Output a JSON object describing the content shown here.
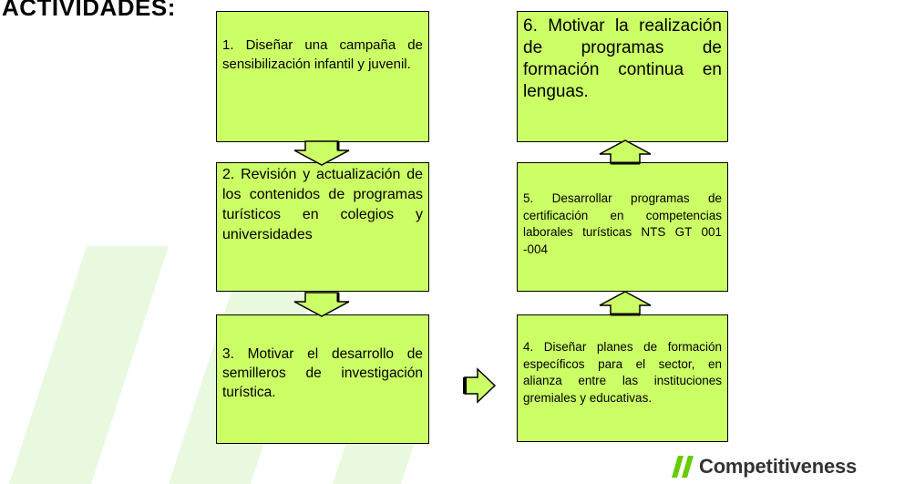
{
  "title": "ACTIVIDADES:",
  "boxes": {
    "b1": "1. Diseñar una campaña de sensibilización infantil y juvenil.",
    "b2": "2. Revisión y actualización de los contenidos de programas turísticos en colegios y universidades",
    "b3": "3. Motivar el desarrollo de semilleros de investigación turística.",
    "b4": "4. Diseñar planes de formación específicos para el sector, en alianza entre las instituciones gremiales y educativas.",
    "b5": "5. Desarrollar programas de certificación en competencias laborales turísticas NTS GT 001 -004",
    "b6": "6. Motivar la realización de programas de formación continua en lenguas."
  },
  "logo": {
    "text": "Competitiveness",
    "slash_color": "#66cc00"
  },
  "colors": {
    "box_fill": "#ccff66",
    "arrow_fill": "#ccff66",
    "watermark": "#e8fae0"
  }
}
